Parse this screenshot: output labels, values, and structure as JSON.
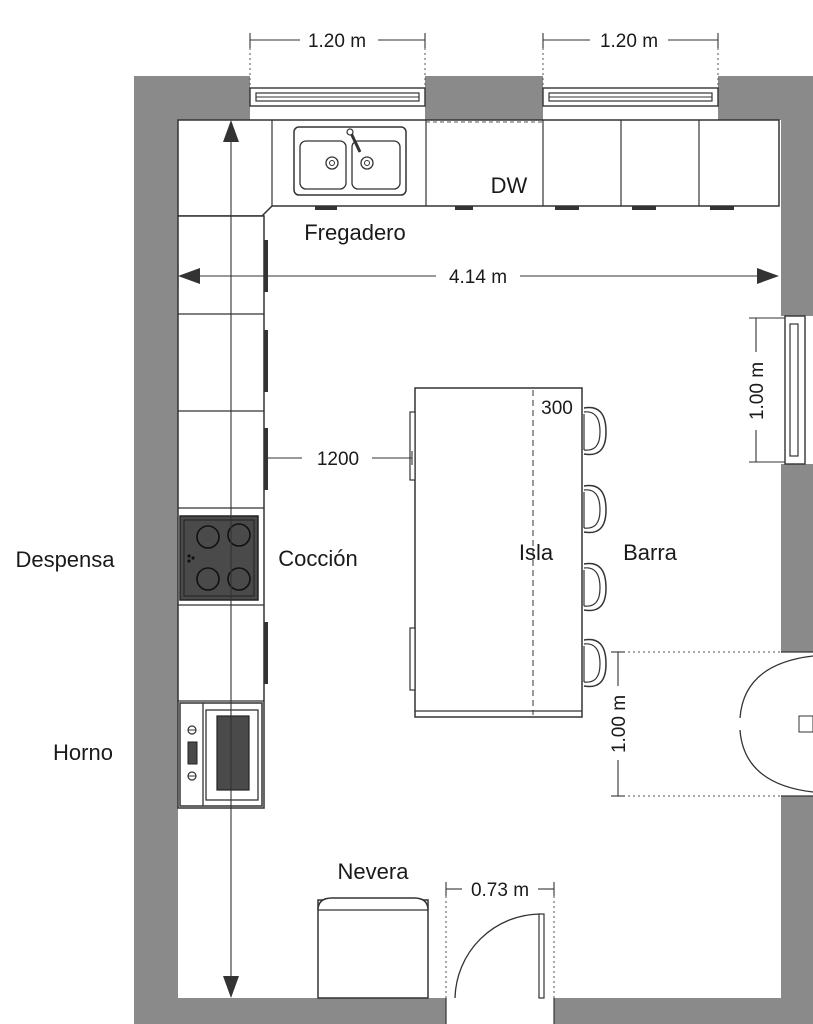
{
  "labels": {
    "sink": "Fregadero",
    "dishwasher": "DW",
    "pantry": "Despensa",
    "cooktop": "Cocción",
    "oven": "Horno",
    "island": "Isla",
    "bar": "Barra",
    "fridge": "Nevera"
  },
  "dimensions": {
    "window_1": "1.20 m",
    "window_2": "1.20 m",
    "room_width": "4.14 m",
    "side_window": "1.00 m",
    "side_door": "1.00 m",
    "aisle": "1200",
    "bar_depth": "300",
    "entry_door": "0.73 m"
  },
  "colors": {
    "wall": "#8a8a8a",
    "line": "#333333",
    "appliance_dark": "#4a4a4a"
  }
}
